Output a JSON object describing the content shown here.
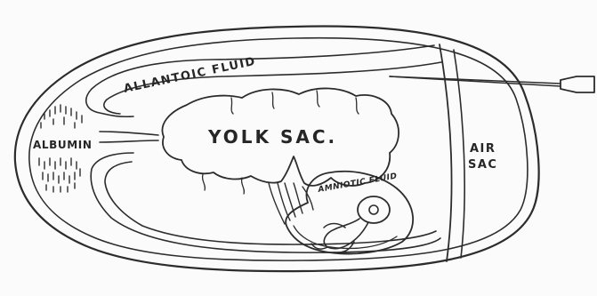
{
  "labels": {
    "allantoic_fluid": "ALLANTOIC FLUID",
    "yolk_sac": "YOLK SAC.",
    "albumin": "ALBUMIN",
    "air_sac": "AIR SAC",
    "amniotic_fluid": "AMNIOTIC FLUID"
  },
  "colors": {
    "ink": "#2c2c2c",
    "paper": "#fbfbfb"
  }
}
